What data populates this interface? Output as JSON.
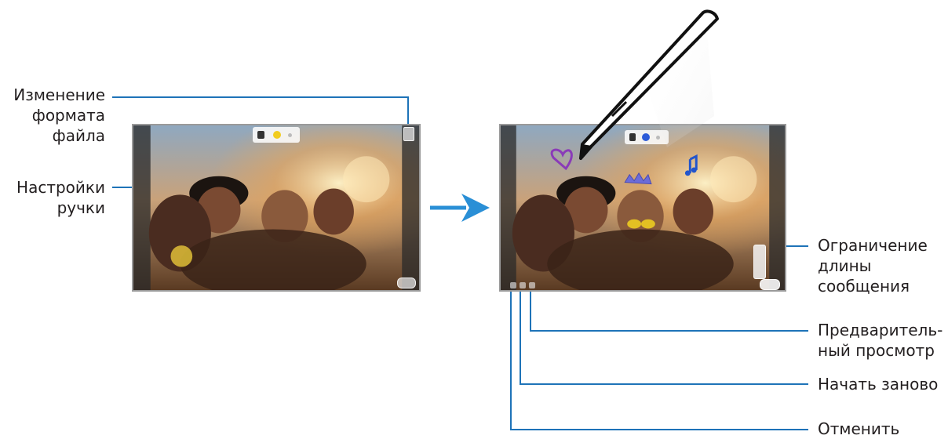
{
  "left_labels": {
    "file_format": "Изменение\nформата\nфайла",
    "pen_settings": "Настройки\nручки"
  },
  "right_labels": {
    "message_limit": "Ограничение\nдлины\nсообщения",
    "preview": "Предваритель-\nный просмотр",
    "restart": "Начать заново",
    "undo": "Отменить"
  },
  "colors": {
    "callout_line": "#1e73b8",
    "arrow": "#2a8fd6",
    "text": "#231f20"
  },
  "icons": {
    "arrow": "arrow-right-icon",
    "pen": "s-pen-icon"
  }
}
